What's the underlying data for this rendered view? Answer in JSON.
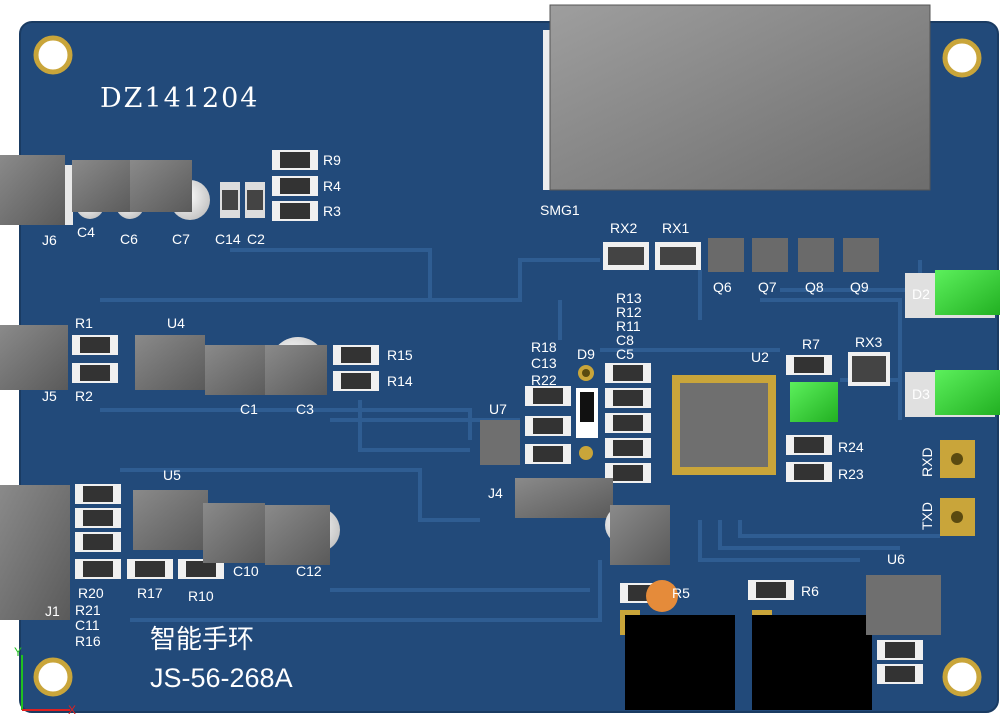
{
  "board": {
    "code": "DZ141204",
    "title_cn": "智能手环",
    "part_no": "JS-56-268A",
    "colors": {
      "pcb": "#224a7a",
      "trace": "#2c5a8e",
      "pad": "#c9a53a",
      "body": "#6e6e6e",
      "led": "#38d838",
      "ic": "#000000"
    }
  },
  "labels": {
    "J6": "J6",
    "C4": "C4",
    "C6": "C6",
    "C7": "C7",
    "C14": "C14",
    "C2": "C2",
    "R9": "R9",
    "R4": "R4",
    "R3": "R3",
    "R1": "R1",
    "U4": "U4",
    "J5": "J5",
    "R2": "R2",
    "C1": "C1",
    "C3": "C3",
    "R15": "R15",
    "R14": "R14",
    "U5": "U5",
    "R20": "R20",
    "R21": "R21",
    "C11": "C11",
    "R16": "R16",
    "J1": "J1",
    "R17": "R17",
    "R10": "R10",
    "C10": "C10",
    "C12": "C12",
    "SMG1": "SMG1",
    "RX2": "RX2",
    "RX1": "RX1",
    "Q6": "Q6",
    "Q7": "Q7",
    "Q8": "Q8",
    "Q9": "Q9",
    "D2": "D2",
    "D3": "D3",
    "RXD": "RXD",
    "TXD": "TXD",
    "R13": "R13",
    "R12": "R12",
    "R11": "R11",
    "C8": "C8",
    "C5": "C5",
    "R18": "R18",
    "C13": "C13",
    "R22": "R22",
    "D9": "D9",
    "U7": "U7",
    "J4": "J4",
    "U2": "U2",
    "R7": "R7",
    "RX3": "RX3",
    "R24": "R24",
    "R23": "R23",
    "R5": "R5",
    "R6": "R6",
    "U6": "U6"
  },
  "axes": {
    "y": "Y",
    "x": "X"
  }
}
